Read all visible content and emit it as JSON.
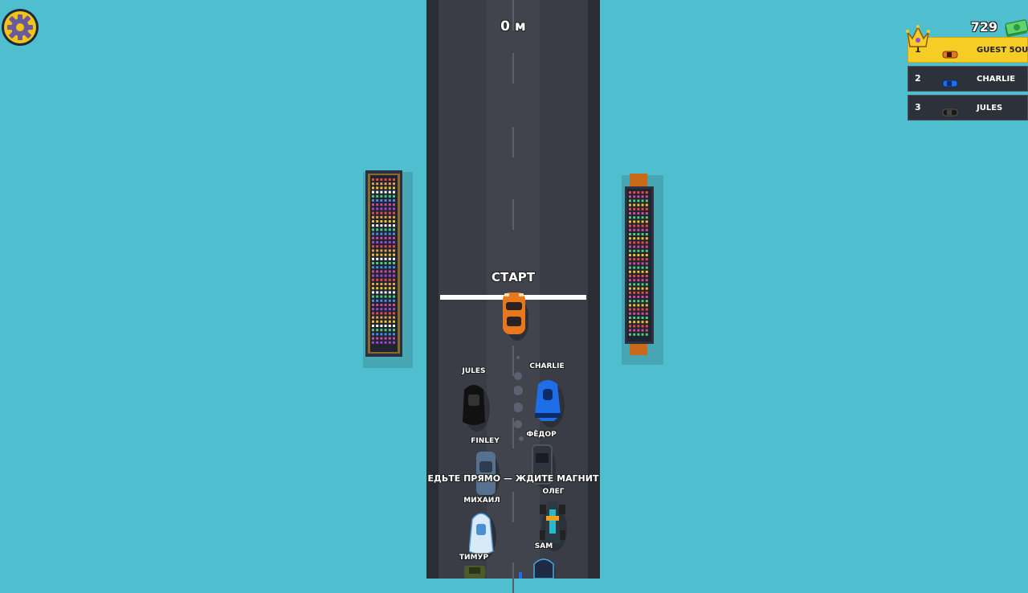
{
  "hud": {
    "distance": "0 м",
    "start_label": "СТАРТ",
    "hint": "ЕДЬТЕ ПРЯМО — ЖДИТЕ МАГНИТ",
    "money": "729"
  },
  "leaderboard": [
    {
      "rank": "1",
      "name": "GUEST 5OU",
      "car_color": "#e8781e"
    },
    {
      "rank": "2",
      "name": "CHARLIE",
      "car_color": "#1e6ee8"
    },
    {
      "rank": "3",
      "name": "JULES",
      "car_color": "#1a1a1a"
    }
  ],
  "drivers": {
    "jules": "JULES",
    "charlie": "CHARLIE",
    "finley": "FINLEY",
    "fedor": "ФЁДОР",
    "oleg": "ОЛЕГ",
    "mikhail": "МИХАИЛ",
    "timur": "ТИМУР",
    "sam": "SAM"
  },
  "colors": {
    "background": "#4fbfcf",
    "road": "#3a3d45",
    "player_car": "#e8781e",
    "leader_row": "#f5cd25"
  },
  "icons": {
    "settings": "gear-icon",
    "money": "cash-icon",
    "leader": "crown-icon"
  }
}
